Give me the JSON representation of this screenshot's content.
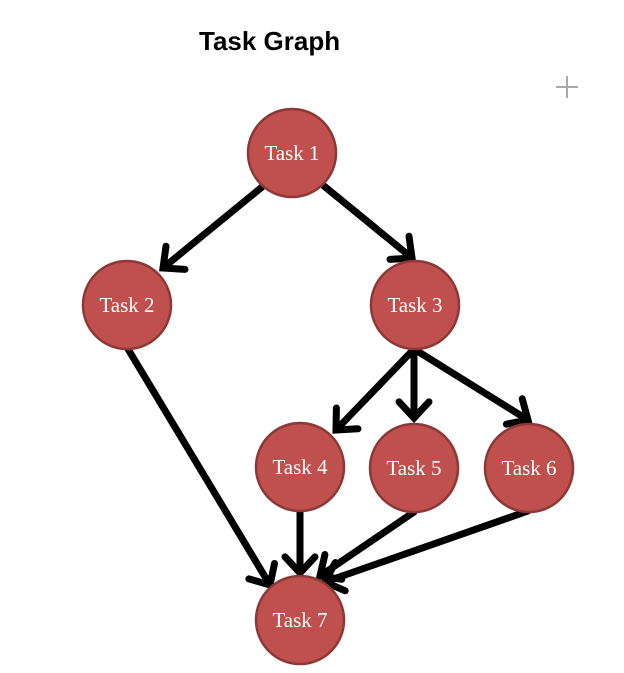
{
  "title": "Task Graph",
  "colors": {
    "node_fill": "#c0504d",
    "node_stroke": "#8c3836",
    "edge": "#000000",
    "label": "#ffffff"
  },
  "icons": {
    "top_right": "plus-icon"
  },
  "nodes": [
    {
      "id": "t1",
      "label": "Task 1"
    },
    {
      "id": "t2",
      "label": "Task 2"
    },
    {
      "id": "t3",
      "label": "Task 3"
    },
    {
      "id": "t4",
      "label": "Task 4"
    },
    {
      "id": "t5",
      "label": "Task 5"
    },
    {
      "id": "t6",
      "label": "Task 6"
    },
    {
      "id": "t7",
      "label": "Task 7"
    }
  ],
  "edges": [
    {
      "from": "t1",
      "to": "t2"
    },
    {
      "from": "t1",
      "to": "t3"
    },
    {
      "from": "t2",
      "to": "t7"
    },
    {
      "from": "t3",
      "to": "t4"
    },
    {
      "from": "t3",
      "to": "t5"
    },
    {
      "from": "t3",
      "to": "t6"
    },
    {
      "from": "t4",
      "to": "t7"
    },
    {
      "from": "t5",
      "to": "t7"
    },
    {
      "from": "t6",
      "to": "t7"
    }
  ]
}
